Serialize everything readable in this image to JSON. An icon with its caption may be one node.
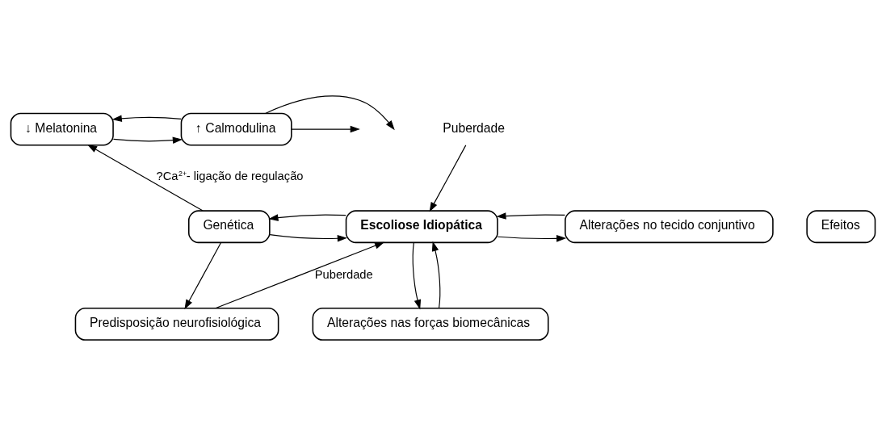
{
  "diagram": {
    "nodes": [
      {
        "text": [
          "↓ Melatonina"
        ]
      },
      {
        "text": [
          "↑ Calmodulina"
        ]
      },
      {
        "text": [
          "Puberdade"
        ]
      },
      {
        "text": [
          "Efeitos"
        ]
      },
      {
        "text": [
          "Escoliose Idiopática"
        ]
      },
      {
        "text": [
          "Genética"
        ]
      },
      {
        "text": [
          "Alterações no tecido conjuntivo"
        ]
      },
      {
        "text": [
          "Predisposição neurofisiológica"
        ]
      },
      {
        "text": [
          "Alterações nas forças biomecânicas"
        ]
      }
    ],
    "edges": [
      {
        "from": 0,
        "to": 1,
        "arrow": "to"
      },
      {
        "from": 1,
        "to": 0,
        "arrow": "to"
      },
      {
        "from": 1,
        "to": null,
        "arrow": "to"
      },
      {
        "from": 1,
        "to": null,
        "arrow": "to"
      },
      {
        "from": 2,
        "to": 4,
        "arrow": "to"
      },
      {
        "from": 5,
        "to": 0,
        "arrow": "to",
        "label": "?Ca$^{2+}$- ligação de regulação"
      },
      {
        "from": 5,
        "to": 4,
        "arrow": "to"
      },
      {
        "from": 4,
        "to": 5,
        "arrow": "to"
      },
      {
        "from": 4,
        "to": 6,
        "arrow": "to"
      },
      {
        "from": 6,
        "to": 4,
        "arrow": "to"
      },
      {
        "from": 5,
        "to": 7,
        "arrow": "to"
      },
      {
        "from": 7,
        "to": 4,
        "arrow": "to",
        "label": "Puberdade"
      },
      {
        "from": 8,
        "to": 4,
        "arrow": "to"
      },
      {
        "from": 4,
        "to": 8,
        "arrow": "to"
      }
    ]
  }
}
